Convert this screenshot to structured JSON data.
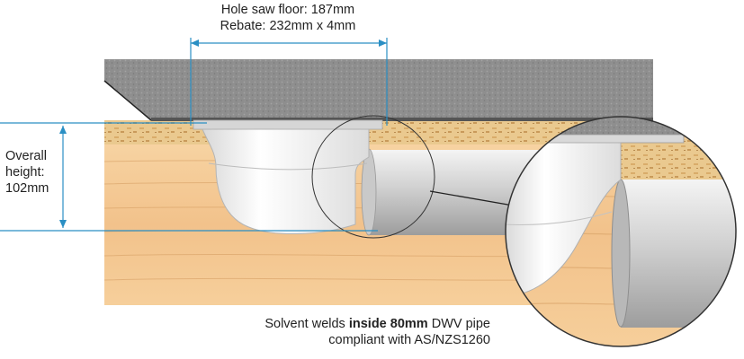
{
  "labels": {
    "hole_saw": "Hole saw floor: 187mm",
    "rebate": "Rebate: 232mm x 4mm",
    "overall_height": [
      "Overall",
      "height:",
      "102mm"
    ],
    "solvent_prefix": "Solvent welds ",
    "solvent_bold": "inside 80mm",
    "solvent_suffix": " DWV pipe",
    "compliance": "compliant with AS/NZS1260"
  },
  "colors": {
    "dimension_line": "#2a8fc4",
    "concrete": "#8d8d8d",
    "timber": "#f2c48d",
    "pipe": "#d9d9d9"
  }
}
